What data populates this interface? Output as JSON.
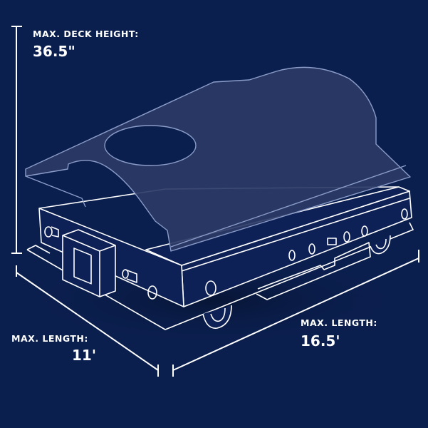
{
  "colors": {
    "background": "#0b1f4f",
    "line": "#ffffff",
    "deck_fill": "#2b3a66",
    "deck_stroke": "#8b9cc8"
  },
  "dimensions": {
    "height": {
      "label": "MAX. DECK HEIGHT:",
      "value": "36.5\""
    },
    "length_left": {
      "label": "MAX. LENGTH:",
      "value": "11'"
    },
    "length_right": {
      "label": "MAX. LENGTH:",
      "value": "16.5'"
    }
  },
  "illustration": {
    "subject": "lift-deck-on-base-frame",
    "style": "white line-art on navy blueprint"
  }
}
